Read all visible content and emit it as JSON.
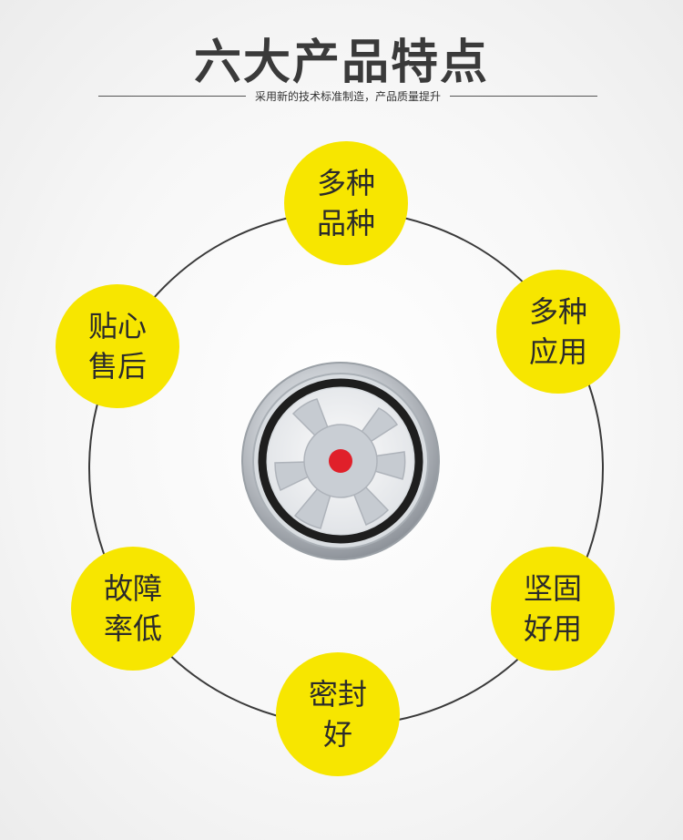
{
  "header": {
    "title": "六大产品特点",
    "subtitle": "采用新的技术标准制造，产品质量提升"
  },
  "features": [
    {
      "line1": "多种",
      "line2": "品种"
    },
    {
      "line1": "多种",
      "line2": "应用"
    },
    {
      "line1": "坚固",
      "line2": "好用"
    },
    {
      "line1": "密封",
      "line2": "好"
    },
    {
      "line1": "故障",
      "line2": "率低"
    },
    {
      "line1": "贴心",
      "line2": "售后"
    }
  ],
  "colors": {
    "accent": "#f7e600",
    "title": "#3a3a3a",
    "ring": "#3a3a3a",
    "indicator": "#e0202a"
  },
  "product_image": "oil-sight-glass"
}
